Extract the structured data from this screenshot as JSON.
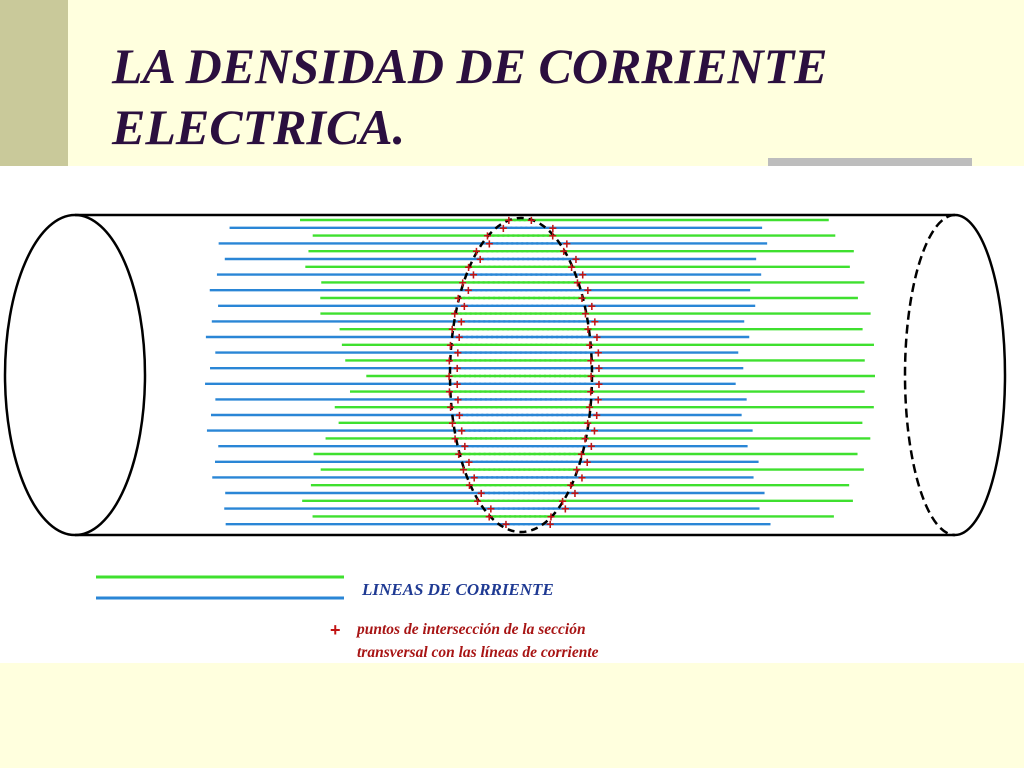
{
  "slide": {
    "title_line1": "LA DENSIDAD DE CORRIENTE",
    "title_line2": "ELECTRICA."
  },
  "legend": {
    "current_lines_label": "LINEAS DE CORRIENTE",
    "intersection_symbol": "+",
    "intersection_line1": "puntos de intersección de la sección",
    "intersection_line2": "transversal con las líneas de corriente"
  },
  "colors": {
    "background": "#ffffde",
    "side_band": "#c9c99a",
    "title": "#2b0f3f",
    "green_lines": "#3fe02f",
    "blue_lines": "#2a86d6",
    "intersection_marks": "#c21414",
    "legend_text": "#1f3a93"
  }
}
